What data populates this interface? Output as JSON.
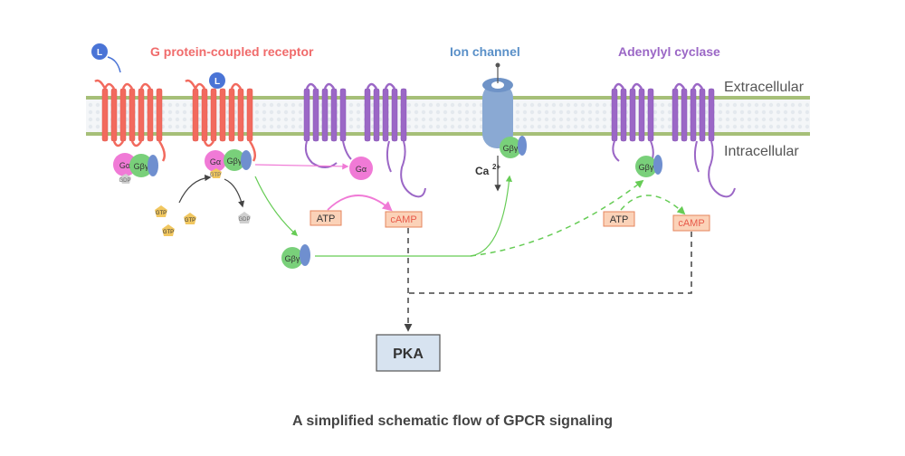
{
  "labels": {
    "gpcr": "G protein-coupled receptor",
    "ion_channel": "Ion channel",
    "adenylyl_cyclase": "Adenylyl cyclase",
    "extracellular": "Extracellular",
    "intracellular": "Intracellular",
    "caption": "A simplified schematic flow of GPCR signaling"
  },
  "molecules": {
    "ligand": "L",
    "g_alpha": "Gα",
    "g_beta_gamma": "Gβγ",
    "gdp": "GDP",
    "gtp": "GTP",
    "atp": "ATP",
    "camp": "cAMP",
    "pka": "PKA",
    "ca": "Ca",
    "ca_charge": "2+"
  },
  "colors": {
    "gpcr": "#f26a5e",
    "adenylyl": "#9b67c6",
    "ion_channel": "#8aa9d3",
    "g_alpha": "#f07ad6",
    "g_beta_gamma": "#79d07a",
    "g_gamma": "#6f8fcf",
    "membrane": "#a6bf78",
    "gtp": "#f1c760",
    "gdp": "#cfcfcf",
    "box_fill": "#fbd2b8",
    "box_stroke": "#e6845c",
    "pka_fill": "#d7e3f0",
    "arrow_pink": "#f07ad6",
    "arrow_green": "#66cc55",
    "arrow_dark": "#444444"
  }
}
